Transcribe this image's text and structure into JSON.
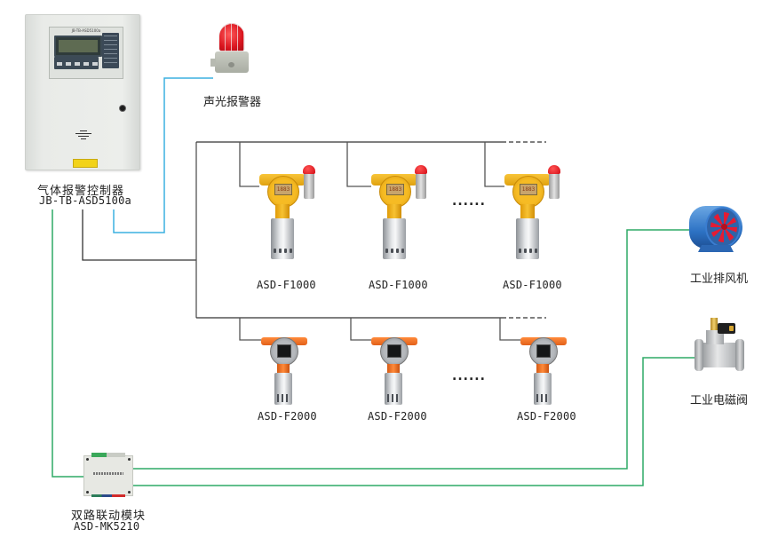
{
  "diagram": {
    "title": "气体报警控制系统连接示意图",
    "colors": {
      "bus_line": "#333333",
      "alarm_line": "#3bb0e0",
      "relay_line": "#2faa66",
      "dashed_extension": "#333333"
    }
  },
  "controller": {
    "name": "气体报警控制器",
    "model": "JB-TB-ASD5100a",
    "panel_model_text": "JB-TB-ASD5100a",
    "icon": "gas-alarm-controller-cabinet"
  },
  "beacon": {
    "name": "声光报警器",
    "icon": "audible-visual-alarm-beacon"
  },
  "detector_row_1": {
    "model": "ASD-F1000",
    "display_reading": "1883",
    "ellipsis": "......",
    "items": [
      {
        "label": "ASD-F1000"
      },
      {
        "label": "ASD-F1000"
      },
      {
        "label": "ASD-F1000"
      }
    ],
    "icon": "fixed-gas-detector-yellow"
  },
  "detector_row_2": {
    "model": "ASD-F2000",
    "ellipsis": "......",
    "items": [
      {
        "label": "ASD-F2000"
      },
      {
        "label": "ASD-F2000"
      },
      {
        "label": "ASD-F2000"
      }
    ],
    "icon": "fixed-gas-detector-orange"
  },
  "fan": {
    "name": "工业排风机",
    "icon": "industrial-exhaust-fan"
  },
  "valve": {
    "name": "工业电磁阀",
    "icon": "industrial-solenoid-valve"
  },
  "module": {
    "name": "双路联动模块",
    "model": "ASD-MK5210",
    "icon": "dual-relay-linkage-module"
  }
}
